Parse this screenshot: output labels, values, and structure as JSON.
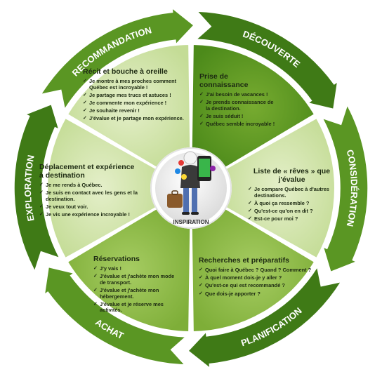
{
  "colors": {
    "light_green": "#cfe3a6",
    "mid_green": "#86b33c",
    "dark_green": "#4e8a1c",
    "ring_dark": "#3f7a16",
    "ring_light": "#9cc855",
    "center_bg": "#f2f2f2"
  },
  "ring_labels": {
    "recommandation": "RECOMMANDATION",
    "decouverte": "DÉCOUVERTE",
    "consideration": "CONSIDÉRATION",
    "planification": "PLANIFICATION",
    "achat": "ACHAT",
    "exploration": "EXPLORATION"
  },
  "center": {
    "label": "INSPIRATION",
    "icon": "traveler-with-smartphone-icon"
  },
  "segments": {
    "recommandation": {
      "title": "Récit et bouche à oreille",
      "items": [
        "Je montre à mes proches comment Québec est incroyable !",
        "Je partage mes trucs et astuces !",
        "Je commente mon expérience !",
        "Je souhaite revenir !",
        "J'évalue et je partage mon expérience."
      ]
    },
    "decouverte": {
      "title": "Prise de connaissance",
      "items": [
        "J'ai besoin de vacances !",
        "Je prends connaissance de la destination.",
        "Je suis séduit !",
        "Québec semble incroyable !"
      ]
    },
    "consideration": {
      "title": "Liste de « rêves » que j'évalue",
      "items": [
        "Je compare Québec à d'autres destinations.",
        "À quoi ça ressemble ?",
        "Qu'est-ce qu'on en dit ?",
        "Est-ce pour moi ?"
      ]
    },
    "planification": {
      "title": "Recherches et préparatifs",
      "items": [
        "Quoi faire à Québec ? Quand ? Comment ?",
        "À quel moment dois-je y aller ?",
        "Qu'est-ce qui est recommandé ?",
        "Que dois-je apporter ?"
      ]
    },
    "achat": {
      "title": "Réservations",
      "items": [
        "J'y vais !",
        "J'évalue et j'achète mon mode de transport.",
        "J'évalue et j'achète mon hébergement.",
        "J'évalue et je réserve mes activités."
      ]
    },
    "exploration": {
      "title": "Déplacement et expérience à destination",
      "items": [
        "Je me rends à Québec.",
        "Je suis en contact avec les gens et la destination.",
        "Je veux tout voir.",
        "Je vis une expérience incroyable !"
      ]
    }
  }
}
